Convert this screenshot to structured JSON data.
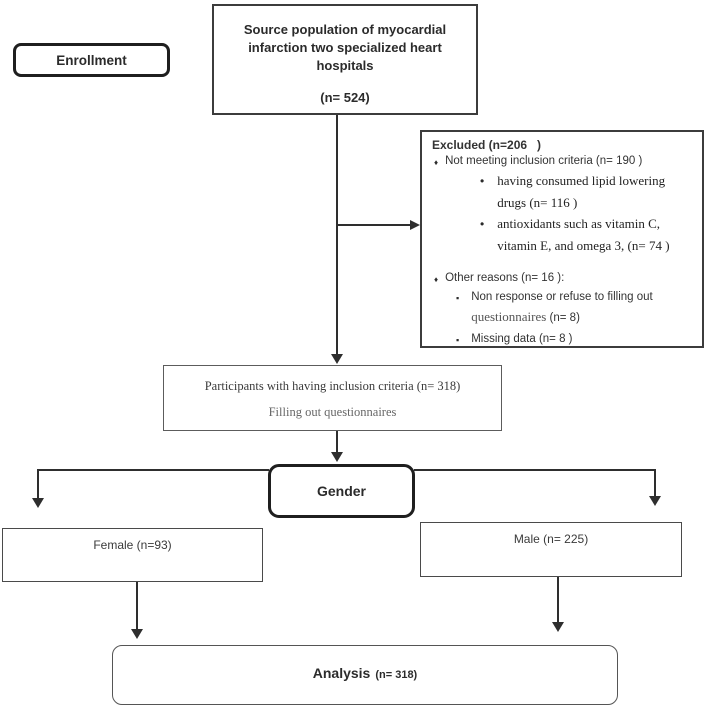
{
  "figure": {
    "source_population": {
      "text": "Source population of myocardial infarction two specialized heart hospitals",
      "n": "(n= 524)"
    },
    "enrollment_label": "Enrollment",
    "excluded": {
      "header": "Excluded (n=206   )",
      "group1": {
        "label": "Not meeting inclusion criteria (n= 190 )",
        "sub1": "having consumed lipid lowering drugs (n= 116 )",
        "sub2": "antioxidants such as vitamin C, vitamin E, and omega 3, (n= 74 )"
      },
      "group2": {
        "label": "Other reasons (n= 16 ):",
        "sub1_sans": "Non response or refuse to filling out ",
        "sub1_serif": "questionnaires ",
        "sub1_tail": "(n= 8)",
        "sub2": "Missing data (n= 8 )"
      },
      "bullets": {
        "diamond": "♦",
        "dot": "•",
        "square": "▪"
      }
    },
    "participants": {
      "line1": "Participants with having inclusion criteria (n= 318)",
      "line2": "Filling out questionnaires"
    },
    "gender_label": "Gender",
    "female_label": "Female (n=93)",
    "male_label": "Male (n= 225)",
    "analysis_label": "Analysis",
    "analysis_n": "(n= 318)",
    "colors": {
      "line": "#2e2e2e",
      "border_thick": "#1f1f1f",
      "border_thin": "#4a4a4a",
      "text": "#2b2b2b"
    }
  }
}
